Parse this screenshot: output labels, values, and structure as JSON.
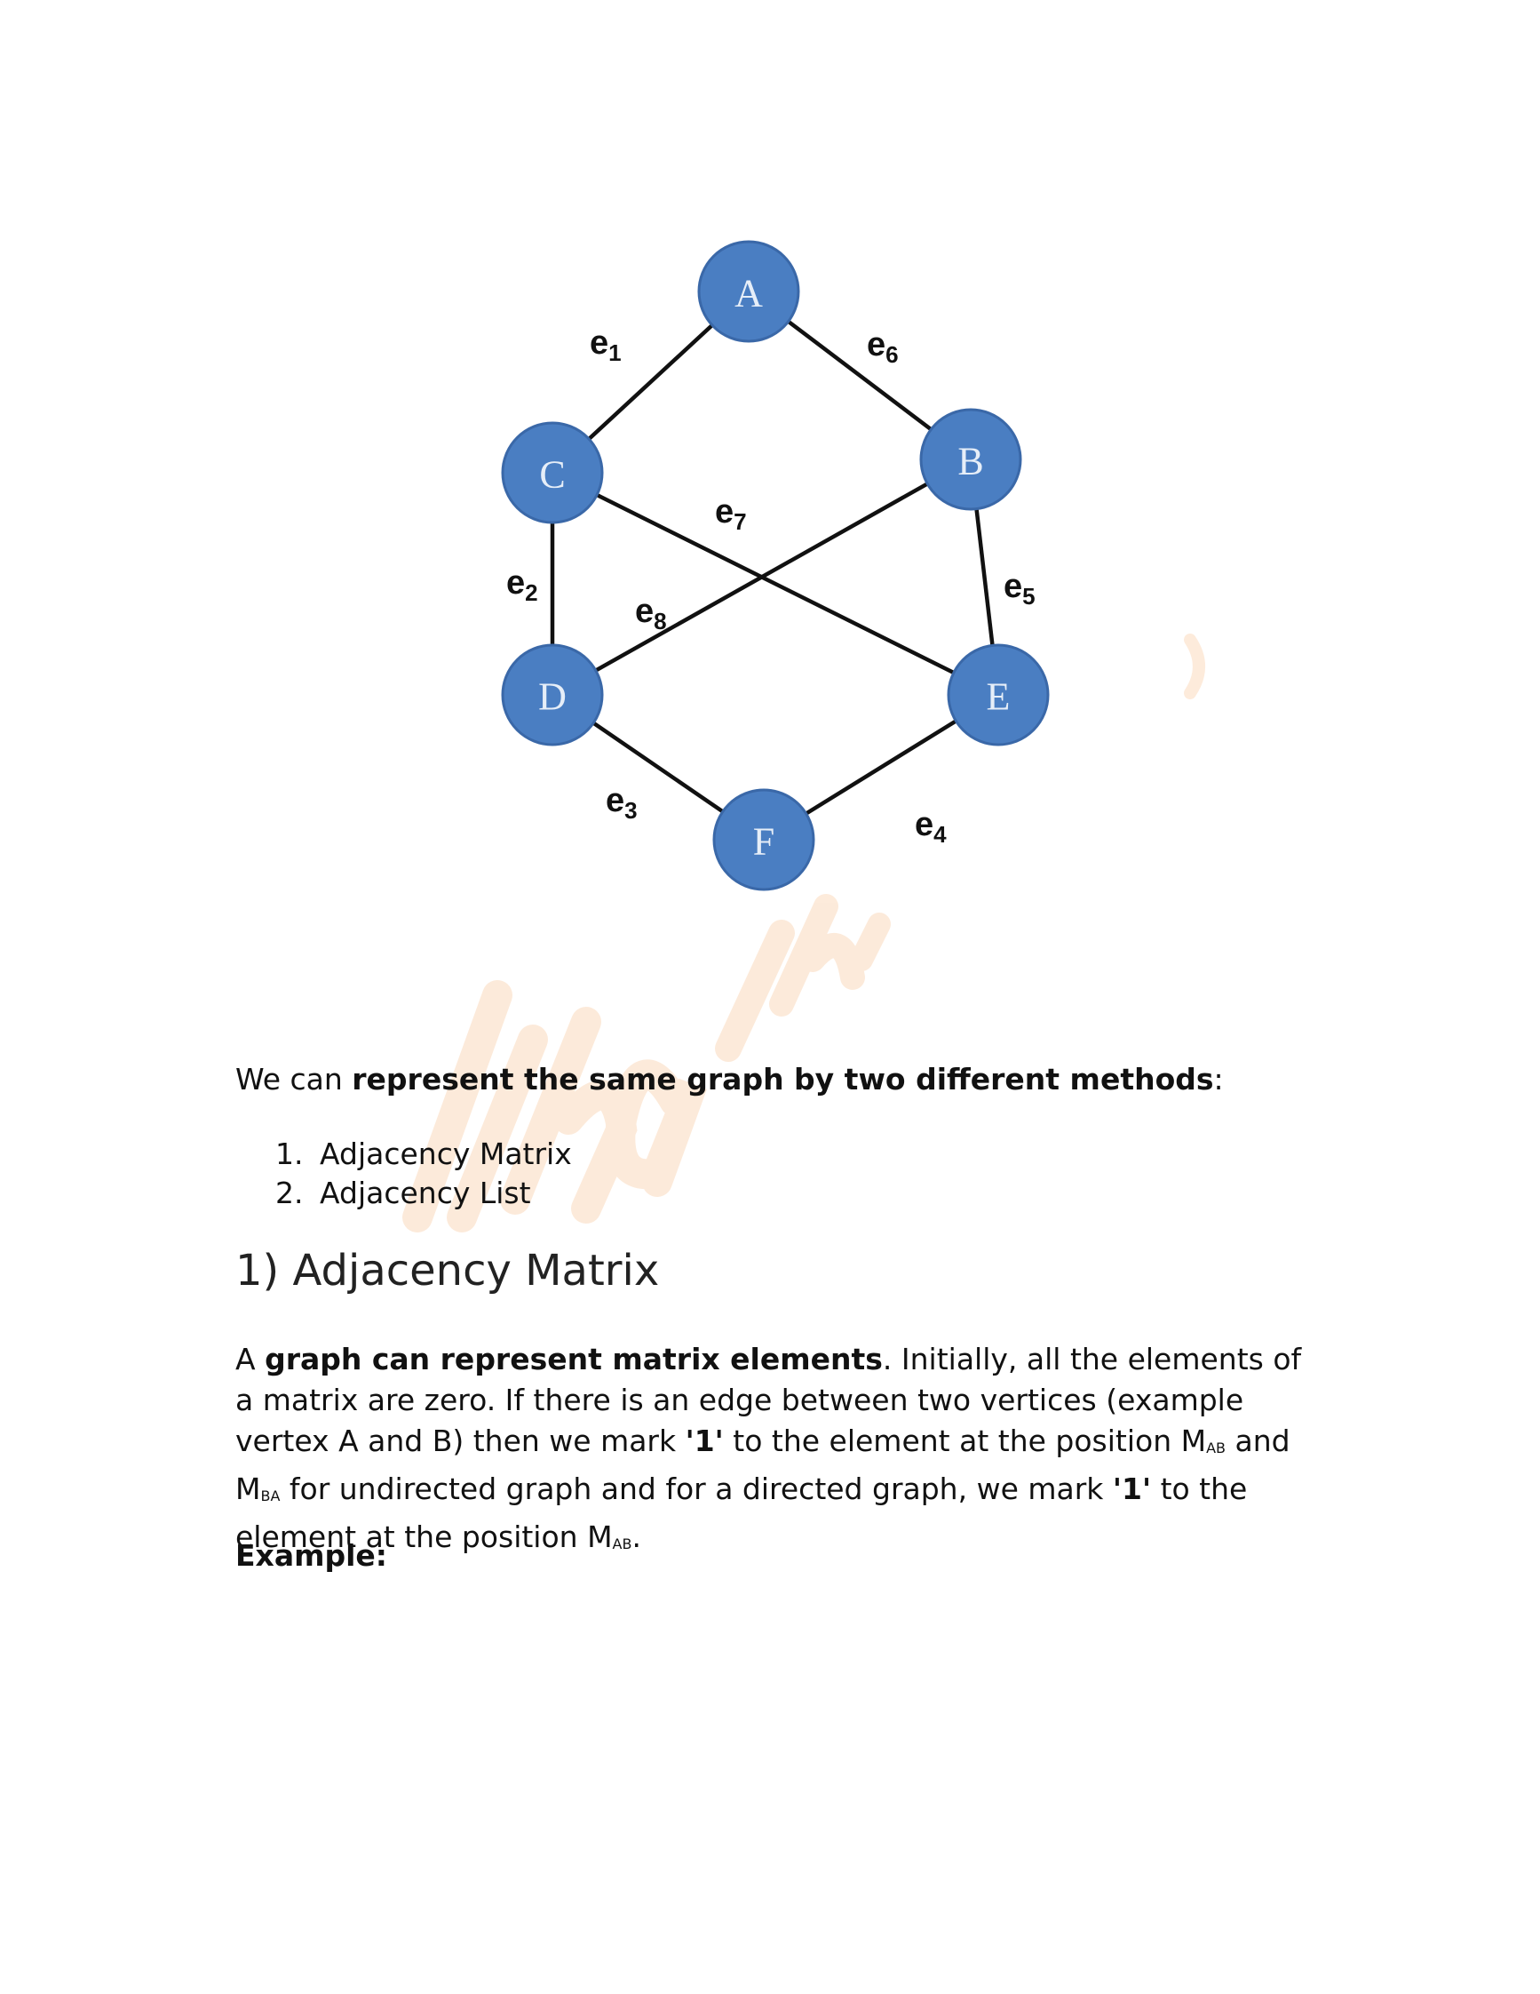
{
  "graph": {
    "vertices": [
      {
        "id": "A",
        "label": "A"
      },
      {
        "id": "B",
        "label": "B"
      },
      {
        "id": "C",
        "label": "C"
      },
      {
        "id": "D",
        "label": "D"
      },
      {
        "id": "E",
        "label": "E"
      },
      {
        "id": "F",
        "label": "F"
      }
    ],
    "edges": [
      {
        "id": "e1",
        "from": "A",
        "to": "C",
        "label": "e",
        "sub": "1"
      },
      {
        "id": "e2",
        "from": "C",
        "to": "D",
        "label": "e",
        "sub": "2"
      },
      {
        "id": "e3",
        "from": "D",
        "to": "F",
        "label": "e",
        "sub": "3"
      },
      {
        "id": "e4",
        "from": "F",
        "to": "E",
        "label": "e",
        "sub": "4"
      },
      {
        "id": "e5",
        "from": "B",
        "to": "E",
        "label": "e",
        "sub": "5"
      },
      {
        "id": "e6",
        "from": "A",
        "to": "B",
        "label": "e",
        "sub": "6"
      },
      {
        "id": "e7",
        "from": "C",
        "to": "E",
        "label": "e",
        "sub": "7"
      },
      {
        "id": "e8",
        "from": "D",
        "to": "B",
        "label": "e",
        "sub": "8"
      }
    ],
    "vertex_color": "#4a7ec2"
  },
  "intro": {
    "prefix": "We can ",
    "bold": "represent the same graph by two different methods",
    "suffix": ":"
  },
  "methods": [
    {
      "num": "1.",
      "label": "Adjacency Matrix"
    },
    {
      "num": "2.",
      "label": "Adjacency List"
    }
  ],
  "section": {
    "heading": "1) Adjacency Matrix"
  },
  "paragraph": {
    "p1": "A ",
    "b1": "graph can represent matrix elements",
    "p2": ". Initially, all the elements of a matrix are zero. If there is an edge between two vertices (example vertex A and B) then we mark ",
    "b2": "'1'",
    "p3": " to the element at the position M",
    "s1": "AB",
    "p4": " and M",
    "s2": "BA",
    "p5": " for undirected graph and for a directed graph, we mark ",
    "b3": "'1'",
    "p6": " to the element at the position M",
    "s3": "AB",
    "p7": "."
  },
  "example": {
    "label": "Example:"
  },
  "watermark": {
    "color": "#f5a35a"
  }
}
